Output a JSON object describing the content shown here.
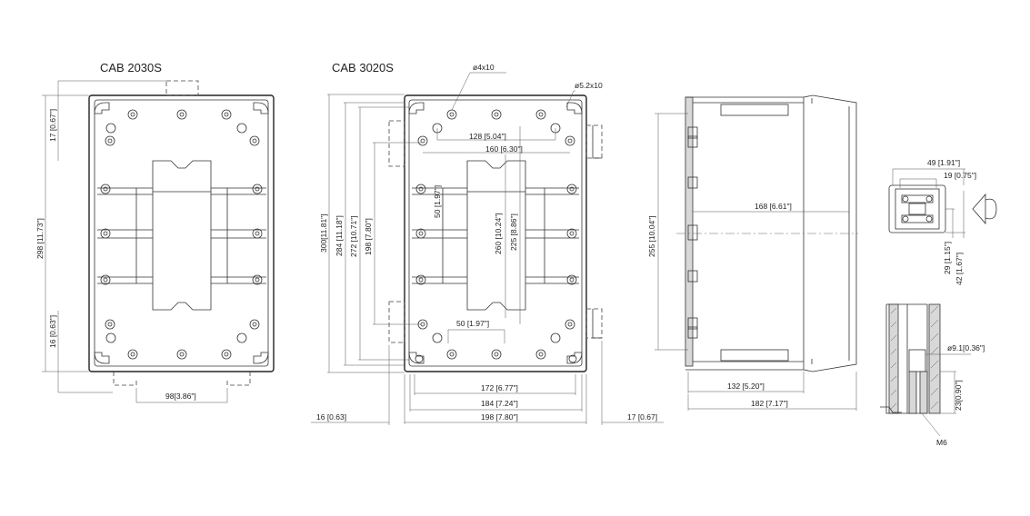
{
  "titles": {
    "left": "CAB 2030S",
    "middle": "CAB 3020S"
  },
  "left_view": {
    "dim_top": "17 [0.67\"]",
    "dim_height": "298 [11.73\"]",
    "dim_bottom": "16 [0.63\"]",
    "dim_bracket": "98[3.86\"]"
  },
  "middle_view": {
    "hole_a": "ø4x10",
    "hole_b": "ø5.2x10",
    "dim_128": "128 [5.04\"]",
    "dim_160": "160 [6.30\"]",
    "dim_50v": "50 [1.97\"]",
    "dim_50h": "50 [1.97\"]",
    "dim_260": "260 [10.24\"]",
    "dim_225": "225 [8.86\"]",
    "dim_300": "300[11.81\"]",
    "dim_284": "284 [11.18\"]",
    "dim_272": "272 [10.71\"]",
    "dim_198v": "198 [7.80\"]",
    "dim_172": "172 [6.77\"]",
    "dim_184": "184 [7.24\"]",
    "dim_198h": "198 [7.80\"]",
    "dim_16": "16 [0.63]",
    "dim_17": "17 [0.67]"
  },
  "side_view": {
    "dim_255": "255 [10.04\"]",
    "dim_168": "168 [6.61\"]",
    "dim_132": "132 [5.20\"]",
    "dim_182": "182 [7.17\"]"
  },
  "detail_view": {
    "dim_49": "49 [1.91\"]",
    "dim_19": "19 [0.75\"]",
    "dim_29": "29 [1.15\"]",
    "dim_42": "42 [1.67\"]",
    "dim_9_1": "ø9.1[0.36\"]",
    "dim_23": "23[0.90\"]",
    "thread": "M6"
  },
  "colors": {
    "line": "#333333",
    "text": "#222222",
    "hatch_fill": "#d8d8d8"
  }
}
